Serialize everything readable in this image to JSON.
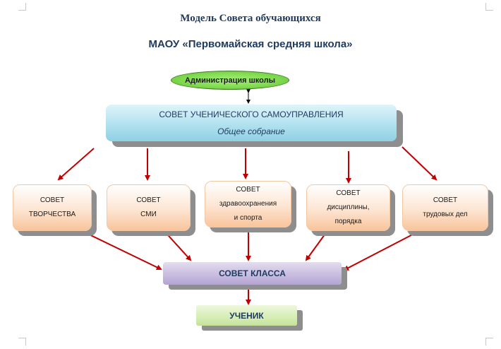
{
  "title": "Модель Совета обучающихся",
  "subtitle": "МАОУ «Первомайская средняя  школа»",
  "administration": "Администрация школы",
  "main_council": {
    "title": "СОВЕТ УЧЕНИЧЕСКОГО САМОУПРАВЛЕНИЯ",
    "subtitle": "Общее собрание"
  },
  "councils": [
    {
      "line1": "СОВЕТ",
      "line2": "ТВОРЧЕСТВА",
      "line3": ""
    },
    {
      "line1": "СОВЕТ",
      "line2": "СМИ",
      "line3": ""
    },
    {
      "line1": "СОВЕТ",
      "line2": "здравоохранения",
      "line3": "и спорта"
    },
    {
      "line1": "СОВЕТ",
      "line2": "дисциплины,",
      "line3": "порядка"
    },
    {
      "line1": "СОВЕТ",
      "line2": "трудовых дел",
      "line3": ""
    }
  ],
  "class_council": "СОВЕТ КЛАССА",
  "student": "УЧЕНИК",
  "colors": {
    "arrow": "#c00000",
    "text": "#1f3a5f"
  }
}
